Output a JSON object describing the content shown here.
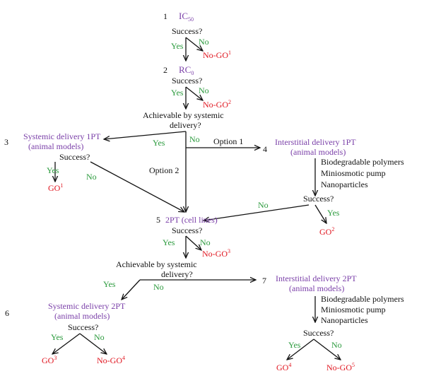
{
  "nodes": {
    "n1_num": "1",
    "n1_ic": "IC",
    "n1_ic_sub": "50",
    "n1_success": "Success?",
    "n1_yes": "Yes",
    "n1_no": "No",
    "n1_nogo": "No-GO",
    "n1_nogo_sup": "1",
    "n2_num": "2",
    "n2_rc": "RC",
    "n2_rc_sub": "0",
    "n2_success": "Success?",
    "n2_yes": "Yes",
    "n2_no": "No",
    "n2_nogo": "No-GO",
    "n2_nogo_sup": "2",
    "q1_line1": "Achievable  by systemic",
    "q1_line2": "delivery?",
    "q1_yes": "Yes",
    "q1_no": "No",
    "option1": "Option 1",
    "option2": "Option 2",
    "n3_num": "3",
    "n3_title": "Systemic delivery 1PT",
    "n3_sub": "(animal models)",
    "n3_success": "Success?",
    "n3_yes": "Yes",
    "n3_no": "No",
    "n3_go": "GO",
    "n3_go_sup": "1",
    "n4_num": "4",
    "n4_title": "Interstitial delivery 1PT",
    "n4_sub": "(animal models)",
    "n4_m1": "Biodegradable polymers",
    "n4_m2": "Miniosmotic pump",
    "n4_m3": "Nanoparticles",
    "n4_success": "Success?",
    "n4_no": "No",
    "n4_yes": "Yes",
    "n4_go": "GO",
    "n4_go_sup": "2",
    "n5_num": "5",
    "n5_title": "2PT (cell lines)",
    "n5_success": "Success?",
    "n5_yes": "Yes",
    "n5_no": "No",
    "n5_nogo": "No-GO",
    "n5_nogo_sup": "3",
    "q2_line1": "Achievable by systemic",
    "q2_line2": "delivery?",
    "q2_yes": "Yes",
    "q2_no": "No",
    "n6_num": "6",
    "n6_title": "Systemic delivery 2PT",
    "n6_sub": "(animal models)",
    "n6_success": "Success?",
    "n6_yes": "Yes",
    "n6_no": "No",
    "n6_go": "GO",
    "n6_go_sup": "3",
    "n6_nogo": "No-GO",
    "n6_nogo_sup": "4",
    "n7_num": "7",
    "n7_title": "Interstitial delivery 2PT",
    "n7_sub": "(animal models)",
    "n7_m1": "Biodegradable polymers",
    "n7_m2": "Miniosmotic pump",
    "n7_m3": "Nanoparticles",
    "n7_success": "Success?",
    "n7_yes": "Yes",
    "n7_no": "No",
    "n7_go": "GO",
    "n7_go_sup": "4",
    "n7_nogo": "No-GO",
    "n7_nogo_sup": "5"
  },
  "colors": {
    "node_title": "#7a3fa8",
    "yes_no": "#2a9a3c",
    "outcome": "#e0141e",
    "text": "#111111"
  }
}
